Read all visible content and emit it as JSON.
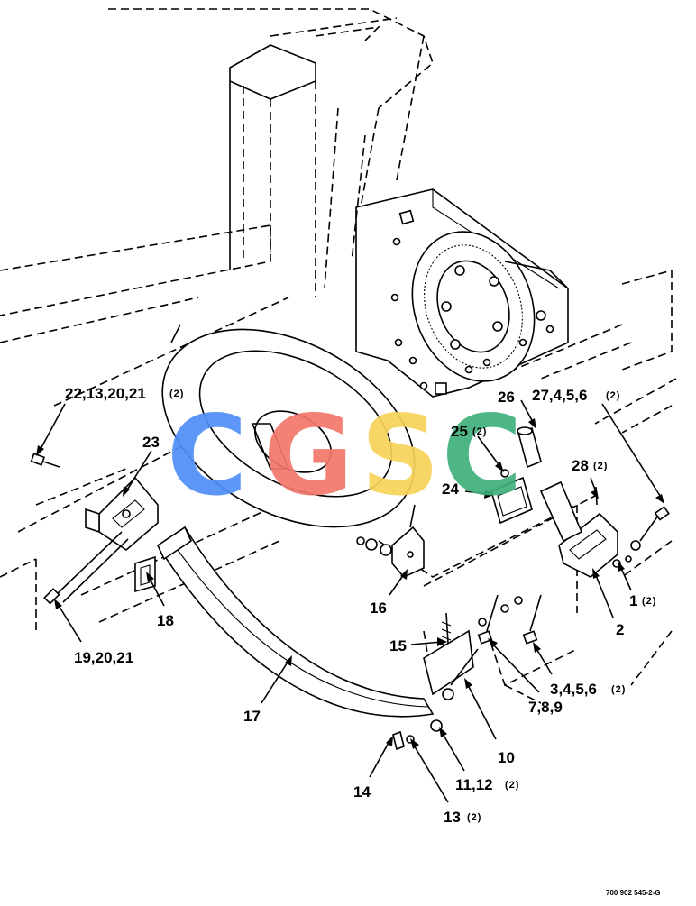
{
  "callouts": {
    "c22": "22,13,20,21",
    "c22_qty": "(2)",
    "c23": "23",
    "c19": "19,20,21",
    "c18": "18",
    "c17": "17",
    "c16": "16",
    "c15": "15",
    "c14": "14",
    "c13": "13",
    "c13_qty": "(2)",
    "c11": "11,12",
    "c11_qty": "(2)",
    "c10": "10",
    "c7": "7,8,9",
    "c3": "3,4,5,6",
    "c3_qty": "(2)",
    "c2": "2",
    "c1": "1",
    "c1_qty": "(2)",
    "c28": "28",
    "c28_qty": "(2)",
    "c27": "27,4,5,6",
    "c27_qty": "(2)",
    "c26": "26",
    "c25": "25",
    "c25_qty": "(2)",
    "c24": "24"
  },
  "watermark": {
    "letters": [
      "C",
      "G",
      "S",
      "C"
    ],
    "colors": [
      "#4f8ef7",
      "#f2776b",
      "#f7d35a",
      "#3fb07a"
    ]
  },
  "figure_code": "700 902 545-2-G"
}
